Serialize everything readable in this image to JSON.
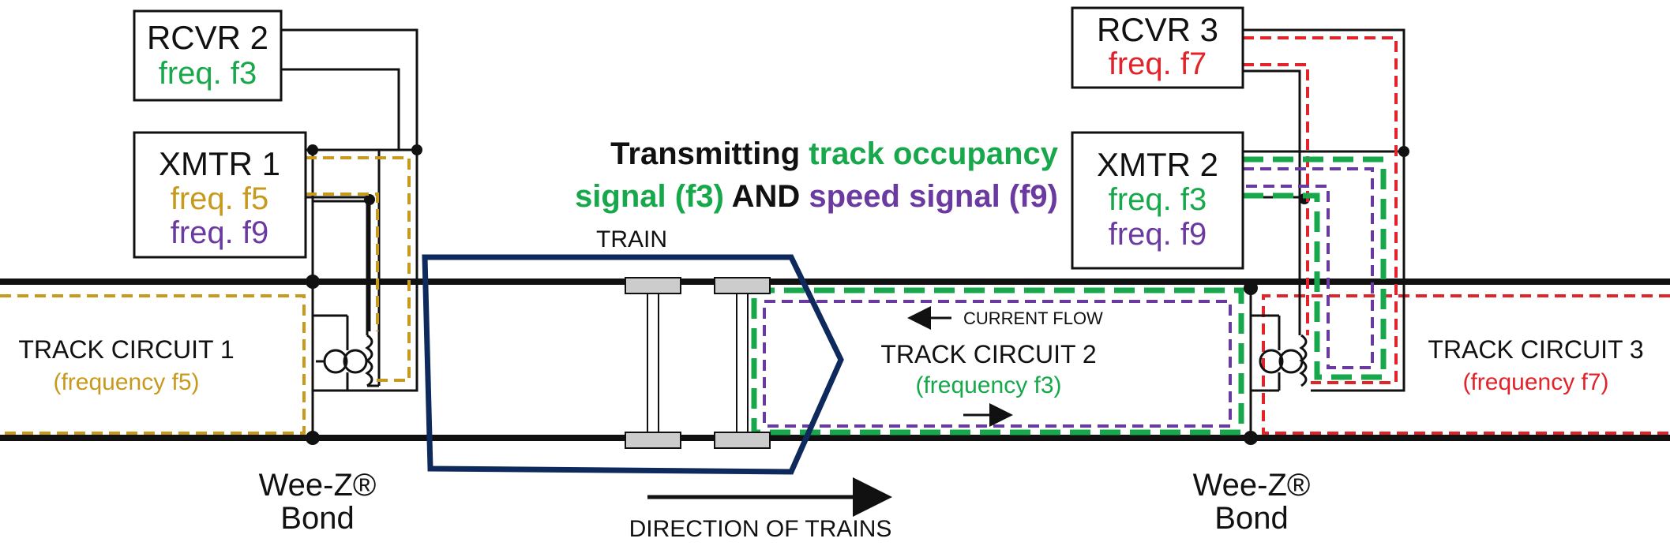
{
  "colors": {
    "green": "#18a84c",
    "gold": "#c79a1e",
    "purple": "#6b3aa0",
    "red": "#e0242a",
    "navy": "#0e2a5c",
    "black": "#111111"
  },
  "banner": {
    "part1": "Transmitting ",
    "part2": "track occupancy",
    "part3": "signal (f3)",
    "part4": " AND ",
    "part5": "speed signal (f9)"
  },
  "rcvr2": {
    "title": "RCVR 2",
    "freq": "freq. f3"
  },
  "xmtr1": {
    "title": "XMTR 1",
    "freq1": "freq. f5",
    "freq2": "freq. f9"
  },
  "rcvr3": {
    "title": "RCVR 3",
    "freq": "freq. f7"
  },
  "xmtr2": {
    "title": "XMTR 2",
    "freq1": "freq. f3",
    "freq2": "freq. f9"
  },
  "track_circuit_1": {
    "title": "TRACK CIRCUIT 1",
    "freq": "(frequency f5)"
  },
  "track_circuit_2": {
    "title": "TRACK CIRCUIT 2",
    "freq": "(frequency f3)"
  },
  "track_circuit_3": {
    "title": "TRACK CIRCUIT 3",
    "freq": "(frequency f7)"
  },
  "train_label": "TRAIN",
  "current_flow": "CURRENT FLOW",
  "direction": "DIRECTION OF TRAINS",
  "bond_left": {
    "line1": "Wee-Z®",
    "line2": "Bond"
  },
  "bond_right": {
    "line1": "Wee-Z®",
    "line2": "Bond"
  }
}
